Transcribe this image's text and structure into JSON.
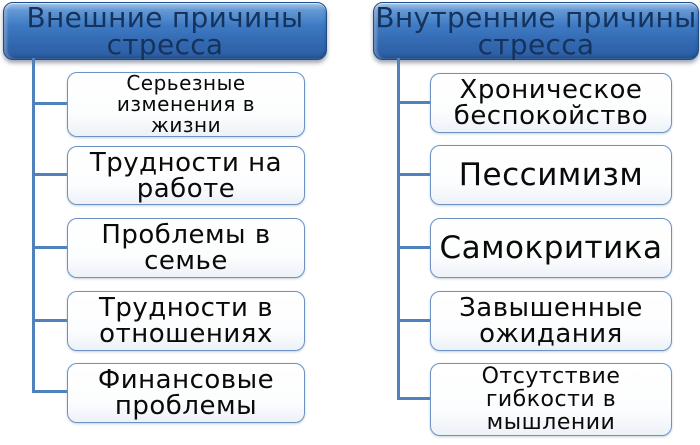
{
  "diagram": {
    "columns": [
      {
        "title": "Внешние причины\nстресса",
        "items": [
          "Серьезные\nизменения в\nжизни",
          "Трудности на\nработе",
          "Проблемы в\nсемье",
          "Трудности в\nотношениях",
          "Финансовые\nпроблемы"
        ]
      },
      {
        "title": "Внутренние причины\nстресса",
        "items": [
          "Хроническое\nбеспокойство",
          "Пессимизм",
          "Самокритика",
          "Завышенные\nожидания",
          "Отсутствие\nгибкости в\nмышлении"
        ]
      }
    ],
    "colors": {
      "header_fill_top": "#6398d4",
      "header_fill_bottom": "#2c5da3",
      "header_border": "#1f4d85",
      "header_text": "#15335c",
      "node_fill": "#ffffff",
      "node_border": "#6c92c4",
      "node_text": "#0a0a0a",
      "connector": "#4f81bd",
      "background": "#ffffff"
    }
  }
}
